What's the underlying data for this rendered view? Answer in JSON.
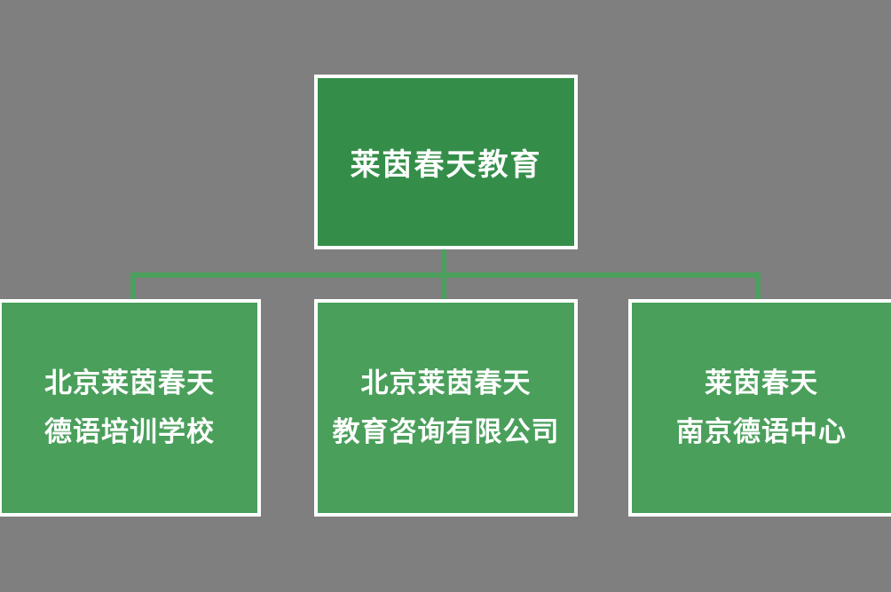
{
  "org_chart": {
    "root": {
      "label": "莱茵春天教育"
    },
    "children": [
      {
        "lines": [
          "北京莱茵春天",
          "德语培训学校"
        ]
      },
      {
        "lines": [
          "北京莱茵春天",
          "教育咨询有限公司"
        ]
      },
      {
        "lines": [
          "莱茵春天",
          "南京德语中心"
        ]
      }
    ]
  },
  "colors": {
    "background": "#7f7f7f",
    "root_fill": "#348e49",
    "child_fill": "#4a9f5b",
    "connector": "#4aa05c",
    "border": "#ffffff",
    "text": "#ffffff"
  }
}
